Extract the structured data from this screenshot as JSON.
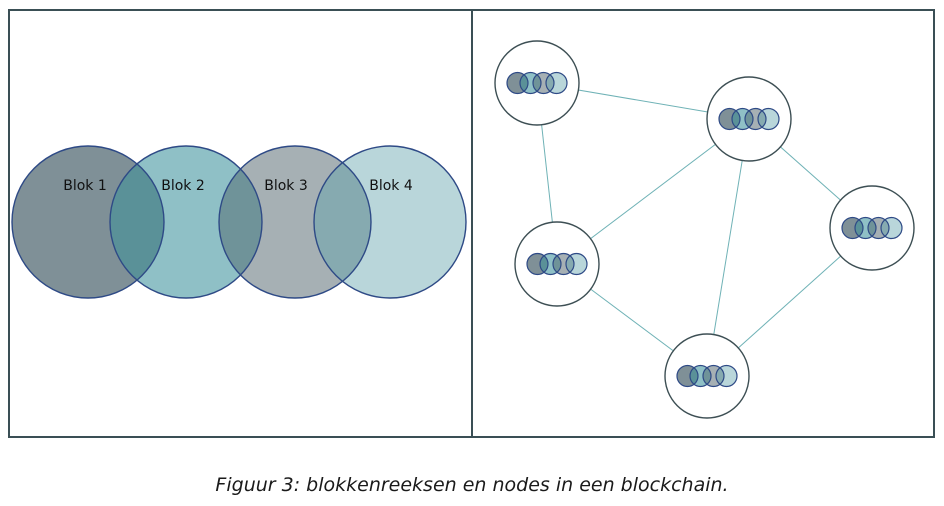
{
  "caption": "Figuur 3: blokkenreeksen en nodes in een blockchain.",
  "colors": {
    "frame": "#3a4f55",
    "block_outline": "#2e4a86",
    "block_1": "#7f9097",
    "block_2": "#8fc0c6",
    "block_3": "#a6b0b4",
    "block_4": "#b9d6da",
    "overlap_1_2": "#5a9198",
    "overlap_2_3": "#6f9399",
    "overlap_3_4": "#86aab0",
    "node_border": "#3d4f54",
    "edge": "#6fb2b6"
  },
  "blocks": [
    {
      "label": "Blok 1"
    },
    {
      "label": "Blok 2"
    },
    {
      "label": "Blok 3"
    },
    {
      "label": "Blok 4"
    }
  ],
  "nodes": [
    {
      "id": "node-1"
    },
    {
      "id": "node-2"
    },
    {
      "id": "node-3"
    },
    {
      "id": "node-4"
    },
    {
      "id": "node-5"
    }
  ],
  "edges": [
    [
      "node-1",
      "node-2"
    ],
    [
      "node-1",
      "node-3"
    ],
    [
      "node-2",
      "node-3"
    ],
    [
      "node-2",
      "node-4"
    ],
    [
      "node-2",
      "node-5"
    ],
    [
      "node-3",
      "node-5"
    ],
    [
      "node-4",
      "node-5"
    ]
  ]
}
